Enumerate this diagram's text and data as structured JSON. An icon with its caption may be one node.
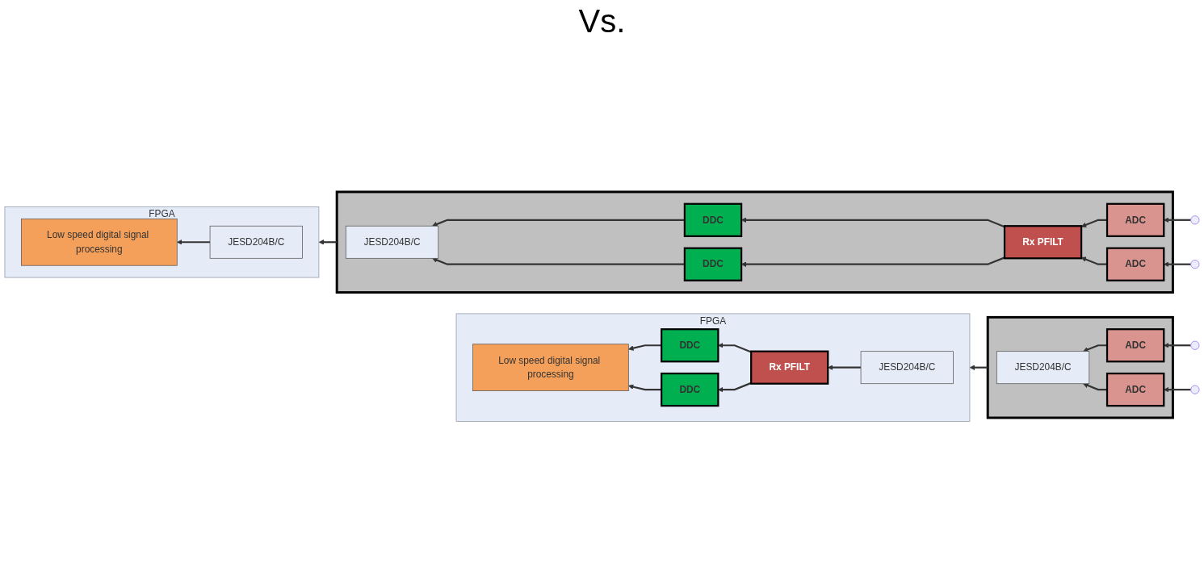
{
  "diagram": {
    "nodes": [
      {
        "text": [
          "FPGA"
        ]
      },
      {
        "text": [
          "Low speed digital signal processing"
        ],
        "in": 0
      },
      {
        "text": [
          "JESD204B/C"
        ],
        "in": 0
      },
      {
        "text": [],
        "shape": "box"
      },
      {
        "text": [
          "JESD204B/C"
        ],
        "in": 3
      },
      {
        "text": [
          "DDC"
        ],
        "in": 3
      },
      {
        "text": [
          "DDC"
        ],
        "in": 3
      },
      {
        "text": [
          "Rx PFILT"
        ],
        "in": 3
      },
      {
        "text": [
          "ADC"
        ],
        "in": 3
      },
      {
        "text": [
          "ADC"
        ],
        "in": 3
      },
      {
        "text": [],
        "shape": "circle"
      },
      {
        "text": [],
        "shape": "circle"
      },
      {
        "text": [
          "FPGA"
        ]
      },
      {
        "text": [
          "Low speed digital signal processing"
        ],
        "in": 12
      },
      {
        "text": [
          "DDC"
        ],
        "in": 12
      },
      {
        "text": [
          "DDC"
        ],
        "in": 12
      },
      {
        "text": [
          "Rx PFILT"
        ],
        "in": 12
      },
      {
        "text": [
          "JESD204B/C"
        ],
        "in": 12
      },
      {
        "text": [],
        "shape": "box"
      },
      {
        "text": [
          "JESD204B/C"
        ],
        "in": 18
      },
      {
        "text": [
          "ADC"
        ],
        "in": 18
      },
      {
        "text": [
          "ADC"
        ],
        "in": 18
      },
      {
        "text": [],
        "shape": "circle"
      },
      {
        "text": [],
        "shape": "circle"
      }
    ],
    "edges": [
      {
        "from": 2,
        "to": 1,
        "arrow": "to"
      },
      {
        "from": 3,
        "to": 0,
        "arrow": "to"
      },
      {
        "from": 5,
        "to": 4,
        "arrow": "to"
      },
      {
        "from": 6,
        "to": 4,
        "arrow": "to"
      },
      {
        "from": 7,
        "to": 5,
        "arrow": "to"
      },
      {
        "from": 7,
        "to": 6,
        "arrow": "to"
      },
      {
        "from": 8,
        "to": 7,
        "arrow": "to"
      },
      {
        "from": 9,
        "to": 7,
        "arrow": "to"
      },
      {
        "from": 10,
        "to": 8,
        "arrow": "to"
      },
      {
        "from": 11,
        "to": 9,
        "arrow": "to"
      },
      {
        "from": 14,
        "to": 13,
        "arrow": "to"
      },
      {
        "from": 15,
        "to": 13,
        "arrow": "to"
      },
      {
        "from": 16,
        "to": 14,
        "arrow": "to"
      },
      {
        "from": 16,
        "to": 15,
        "arrow": "to"
      },
      {
        "from": 17,
        "to": 16,
        "arrow": "to"
      },
      {
        "from": 18,
        "to": 12,
        "arrow": "to"
      },
      {
        "from": 20,
        "to": 19,
        "arrow": "to"
      },
      {
        "from": 21,
        "to": 19,
        "arrow": "to"
      },
      {
        "from": 22,
        "to": 20,
        "arrow": "to"
      },
      {
        "from": 23,
        "to": 21,
        "arrow": "to"
      }
    ],
    "labels": [
      "Vs."
    ]
  }
}
